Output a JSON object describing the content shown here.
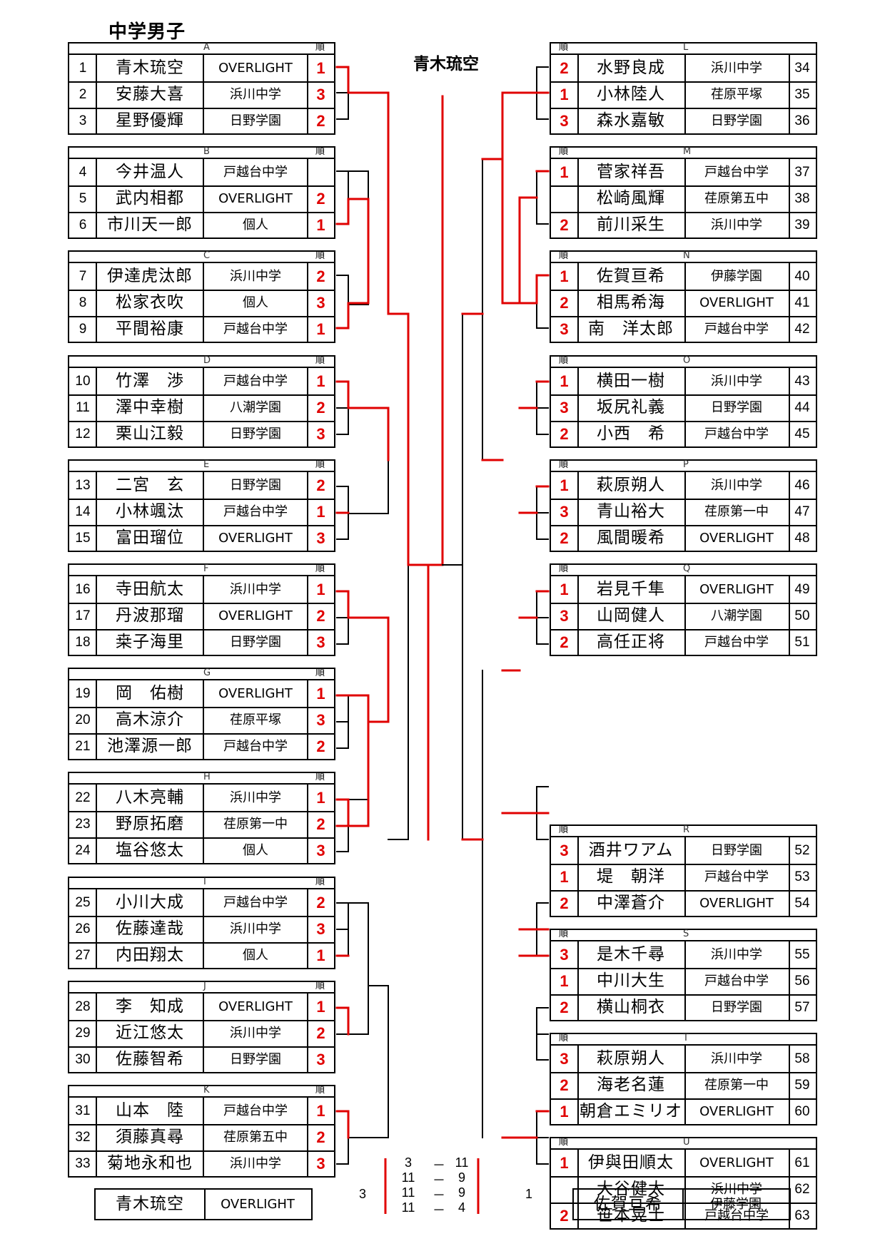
{
  "title": "中学男子",
  "champion": "青木琉空",
  "rank_header": "順",
  "colors": {
    "win_line": "#e00000",
    "rank_text": "#e00000"
  },
  "left_groups": [
    {
      "label": "A",
      "rows": [
        {
          "no": "1",
          "name": "青木琉空",
          "school": "OVERLIGHT",
          "rank": "1"
        },
        {
          "no": "2",
          "name": "安藤大喜",
          "school": "浜川中学",
          "rank": "3"
        },
        {
          "no": "3",
          "name": "星野優輝",
          "school": "日野学園",
          "rank": "2"
        }
      ]
    },
    {
      "label": "B",
      "rows": [
        {
          "no": "4",
          "name": "今井温人",
          "school": "戸越台中学",
          "rank": ""
        },
        {
          "no": "5",
          "name": "武内相都",
          "school": "OVERLIGHT",
          "rank": "2"
        },
        {
          "no": "6",
          "name": "市川天一郎",
          "school": "個人",
          "rank": "1"
        }
      ]
    },
    {
      "label": "C",
      "rows": [
        {
          "no": "7",
          "name": "伊達虎汰郎",
          "school": "浜川中学",
          "rank": "2"
        },
        {
          "no": "8",
          "name": "松家衣吹",
          "school": "個人",
          "rank": "3"
        },
        {
          "no": "9",
          "name": "平間裕康",
          "school": "戸越台中学",
          "rank": "1"
        }
      ]
    },
    {
      "label": "D",
      "rows": [
        {
          "no": "10",
          "name": "竹澤　渉",
          "school": "戸越台中学",
          "rank": "1"
        },
        {
          "no": "11",
          "name": "澤中幸樹",
          "school": "八潮学園",
          "rank": "2"
        },
        {
          "no": "12",
          "name": "栗山江毅",
          "school": "日野学園",
          "rank": "3"
        }
      ]
    },
    {
      "label": "E",
      "rows": [
        {
          "no": "13",
          "name": "二宮　玄",
          "school": "日野学園",
          "rank": "2"
        },
        {
          "no": "14",
          "name": "小林颯汰",
          "school": "戸越台中学",
          "rank": "1"
        },
        {
          "no": "15",
          "name": "富田瑠位",
          "school": "OVERLIGHT",
          "rank": "3"
        }
      ]
    },
    {
      "label": "F",
      "rows": [
        {
          "no": "16",
          "name": "寺田航太",
          "school": "浜川中学",
          "rank": "1"
        },
        {
          "no": "17",
          "name": "丹波那瑠",
          "school": "OVERLIGHT",
          "rank": "2"
        },
        {
          "no": "18",
          "name": "桒子海里",
          "school": "日野学園",
          "rank": "3"
        }
      ]
    },
    {
      "label": "G",
      "rows": [
        {
          "no": "19",
          "name": "岡　佑樹",
          "school": "OVERLIGHT",
          "rank": "1"
        },
        {
          "no": "20",
          "name": "高木涼介",
          "school": "荏原平塚",
          "rank": "3"
        },
        {
          "no": "21",
          "name": "池澤源一郎",
          "school": "戸越台中学",
          "rank": "2"
        }
      ]
    },
    {
      "label": "H",
      "rows": [
        {
          "no": "22",
          "name": "八木亮輔",
          "school": "浜川中学",
          "rank": "1"
        },
        {
          "no": "23",
          "name": "野原拓磨",
          "school": "荏原第一中",
          "rank": "2"
        },
        {
          "no": "24",
          "name": "塩谷悠太",
          "school": "個人",
          "rank": "3"
        }
      ]
    },
    {
      "label": "I",
      "rows": [
        {
          "no": "25",
          "name": "小川大成",
          "school": "戸越台中学",
          "rank": "2"
        },
        {
          "no": "26",
          "name": "佐藤達哉",
          "school": "浜川中学",
          "rank": "3"
        },
        {
          "no": "27",
          "name": "内田翔太",
          "school": "個人",
          "rank": "1"
        }
      ]
    },
    {
      "label": "J",
      "rows": [
        {
          "no": "28",
          "name": "李　知成",
          "school": "OVERLIGHT",
          "rank": "1"
        },
        {
          "no": "29",
          "name": "近江悠太",
          "school": "浜川中学",
          "rank": "2"
        },
        {
          "no": "30",
          "name": "佐藤智希",
          "school": "日野学園",
          "rank": "3"
        }
      ]
    },
    {
      "label": "K",
      "rows": [
        {
          "no": "31",
          "name": "山本　陸",
          "school": "戸越台中学",
          "rank": "1"
        },
        {
          "no": "32",
          "name": "須藤真尋",
          "school": "荏原第五中",
          "rank": "2"
        },
        {
          "no": "33",
          "name": "菊地永和也",
          "school": "浜川中学",
          "rank": "3"
        }
      ]
    }
  ],
  "right_groups": [
    {
      "label": "L",
      "rows": [
        {
          "no": "34",
          "name": "水野良成",
          "school": "浜川中学",
          "rank": "2"
        },
        {
          "no": "35",
          "name": "小林陸人",
          "school": "荏原平塚",
          "rank": "1"
        },
        {
          "no": "36",
          "name": "森水嘉敏",
          "school": "日野学園",
          "rank": "3"
        }
      ]
    },
    {
      "label": "M",
      "rows": [
        {
          "no": "37",
          "name": "菅家祥吾",
          "school": "戸越台中学",
          "rank": "1"
        },
        {
          "no": "38",
          "name": "松崎風輝",
          "school": "荏原第五中",
          "rank": ""
        },
        {
          "no": "39",
          "name": "前川采生",
          "school": "浜川中学",
          "rank": "2"
        }
      ]
    },
    {
      "label": "N",
      "rows": [
        {
          "no": "40",
          "name": "佐賀亘希",
          "school": "伊藤学園",
          "rank": "1"
        },
        {
          "no": "41",
          "name": "相馬希海",
          "school": "OVERLIGHT",
          "rank": "2"
        },
        {
          "no": "42",
          "name": "南　洋太郎",
          "school": "戸越台中学",
          "rank": "3"
        }
      ]
    },
    {
      "label": "O",
      "rows": [
        {
          "no": "43",
          "name": "横田一樹",
          "school": "浜川中学",
          "rank": "1"
        },
        {
          "no": "44",
          "name": "坂尻礼義",
          "school": "日野学園",
          "rank": "3"
        },
        {
          "no": "45",
          "name": "小西　希",
          "school": "戸越台中学",
          "rank": "2"
        }
      ]
    },
    {
      "label": "P",
      "rows": [
        {
          "no": "46",
          "name": "萩原朔人",
          "school": "浜川中学",
          "rank": "1"
        },
        {
          "no": "47",
          "name": "青山裕大",
          "school": "荏原第一中",
          "rank": "3"
        },
        {
          "no": "48",
          "name": "風間暖希",
          "school": "OVERLIGHT",
          "rank": "2"
        }
      ]
    },
    {
      "label": "Q",
      "rows": [
        {
          "no": "49",
          "name": "岩見千隼",
          "school": "OVERLIGHT",
          "rank": "1"
        },
        {
          "no": "50",
          "name": "山岡健人",
          "school": "八潮学園",
          "rank": "3"
        },
        {
          "no": "51",
          "name": "高任正将",
          "school": "戸越台中学",
          "rank": "2"
        }
      ]
    },
    {
      "label": "R",
      "rows": [
        {
          "no": "52",
          "name": "酒井ワアム",
          "school": "日野学園",
          "rank": "3"
        },
        {
          "no": "53",
          "name": "堤　朝洋",
          "school": "戸越台中学",
          "rank": "1"
        },
        {
          "no": "54",
          "name": "中澤蒼介",
          "school": "OVERLIGHT",
          "rank": "2"
        }
      ]
    },
    {
      "label": "S",
      "rows": [
        {
          "no": "55",
          "name": "是木千尋",
          "school": "浜川中学",
          "rank": "3"
        },
        {
          "no": "56",
          "name": "中川大生",
          "school": "戸越台中学",
          "rank": "1"
        },
        {
          "no": "57",
          "name": "横山桐衣",
          "school": "日野学園",
          "rank": "2"
        }
      ]
    },
    {
      "label": "T",
      "rows": [
        {
          "no": "58",
          "name": "萩原朔人",
          "school": "浜川中学",
          "rank": "3"
        },
        {
          "no": "59",
          "name": "海老名蓮",
          "school": "荏原第一中",
          "rank": "2"
        },
        {
          "no": "60",
          "name": "朝倉エミリオ",
          "school": "OVERLIGHT",
          "rank": "1"
        }
      ]
    },
    {
      "label": "U",
      "rows": [
        {
          "no": "61",
          "name": "伊與田順太",
          "school": "OVERLIGHT",
          "rank": "1"
        },
        {
          "no": "62",
          "name": "大谷健太",
          "school": "浜川中学",
          "rank": ""
        },
        {
          "no": "63",
          "name": "笹本晃士",
          "school": "戸越台中学",
          "rank": "2"
        }
      ]
    }
  ],
  "final": {
    "left": {
      "name": "青木琉空",
      "school": "OVERLIGHT",
      "games_won": "3"
    },
    "right": {
      "name": "佐賀亘希",
      "school": "伊藤学園",
      "games_won": "1"
    },
    "games": [
      {
        "left": "3",
        "sep": "－",
        "right": "11"
      },
      {
        "left": "11",
        "sep": "－",
        "right": "9"
      },
      {
        "left": "11",
        "sep": "－",
        "right": "9"
      },
      {
        "left": "11",
        "sep": "－",
        "right": "4"
      }
    ]
  }
}
